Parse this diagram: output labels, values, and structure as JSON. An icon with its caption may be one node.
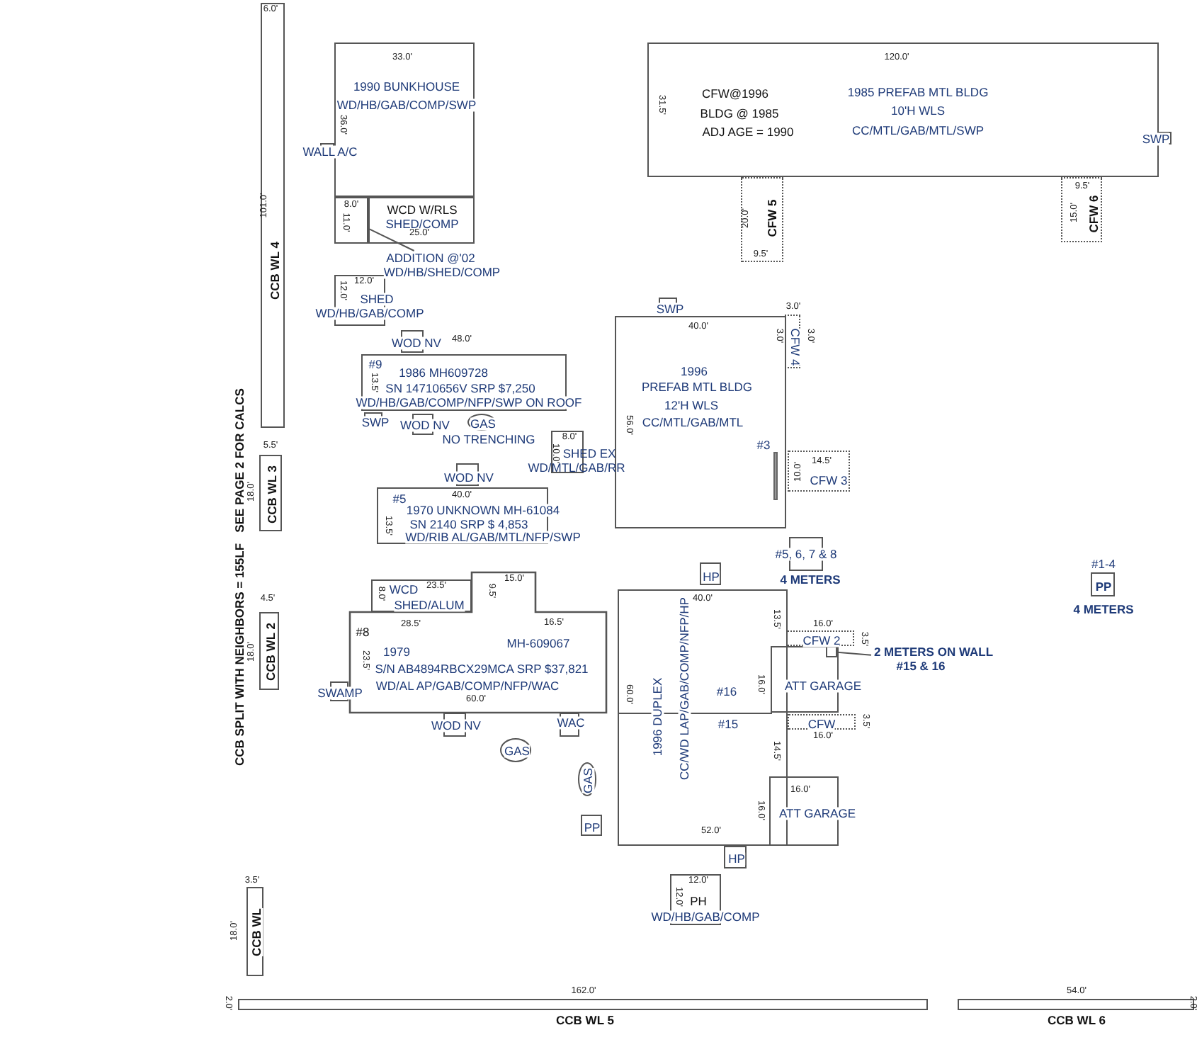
{
  "diagram": {
    "nodes": [
      {
        "text": [
          "CCB WL 4"
        ]
      },
      {
        "text": [
          "1990 BUNKHOUSE",
          "WD/HB/GAB/COMP/SWP"
        ]
      },
      {
        "text": [
          "WALL A/C"
        ]
      },
      {
        "text": [],
        "shape": "box"
      },
      {
        "text": [
          "WCD W/RLS",
          "SHED/COMP"
        ]
      },
      {
        "text": [
          "ADDITION @'02",
          "WD/HB/SHED/COMP"
        ]
      },
      {
        "text": [
          "SHED",
          "WD/HB/GAB/COMP"
        ]
      },
      {
        "text": [
          "WOD NV"
        ]
      },
      {
        "text": [
          "#9",
          "1986 MH609728",
          "SN 14710656V SRP $7,250",
          "WD/HB/GAB/COMP/NFP/SWP ON ROOF"
        ]
      },
      {
        "text": [
          "SWP"
        ]
      },
      {
        "text": [
          "WOD NV"
        ]
      },
      {
        "text": [
          "GAS"
        ]
      },
      {
        "text": [
          "SHED EX",
          "WD/MTL/GAB/RR"
        ]
      },
      {
        "text": [
          "WOD NV"
        ]
      },
      {
        "text": [
          "#5",
          "1970 UNKNOWN MH-61084",
          "SN 2140 SRP $ 4,853",
          "WD/RIB AL/GAB/MTL/NFP/SWP"
        ]
      },
      {
        "text": [
          "CCB WL 3"
        ]
      },
      {
        "text": [
          "CCB WL 2"
        ]
      },
      {
        "text": [
          "CCB WL"
        ]
      },
      {
        "text": [
          "CFW@1996",
          "BLDG @ 1985",
          "ADJ AGE = 1990",
          "1985 PREFAB MTL BLDG",
          "10'H WLS",
          "CC/MTL/GAB/MTL/SWP"
        ]
      },
      {
        "text": [
          "SWP"
        ]
      },
      {
        "text": [
          "CFW 5"
        ]
      },
      {
        "text": [
          "CFW 6"
        ]
      },
      {
        "text": [
          "SWP"
        ]
      },
      {
        "text": [
          "1996",
          "PREFAB MTL BLDG",
          "12'H WLS",
          "CC/MTL/GAB/MTL",
          "#3"
        ]
      },
      {
        "text": [
          "CFW 4"
        ]
      },
      {
        "text": [
          "CFW 3"
        ]
      },
      {
        "text": [
          "#5, 6, 7 & 8",
          "4 METERS"
        ]
      },
      {
        "text": [
          "#1-4",
          "PP",
          "4 METERS"
        ]
      },
      {
        "text": [
          "HP"
        ]
      },
      {
        "text": [
          "1996 DUPLEX",
          "CC/WD LAP/GAB/COMP/NFP/HP",
          "#16",
          "#15"
        ]
      },
      {
        "text": [
          "ATT GARAGE"
        ]
      },
      {
        "text": [
          "ATT GARAGE"
        ]
      },
      {
        "text": [
          "CFW 2"
        ]
      },
      {
        "text": [
          "CFW"
        ]
      },
      {
        "text": [],
        "shape": "box",
        "in": 30
      },
      {
        "text": [
          "2 METERS ON WALL",
          "#15 & 16"
        ]
      },
      {
        "text": [
          "HP"
        ]
      },
      {
        "text": [
          "PH",
          "WD/HB/GAB/COMP"
        ]
      },
      {
        "text": [
          "#8",
          "1979",
          "MH-609067",
          "S/N AB4894RBCX29MCA SRP $37,821",
          "WD/AL AP/GAB/COMP/NFP/WAC"
        ]
      },
      {
        "text": [
          "WCD",
          "SHED/ALUM"
        ]
      },
      {
        "text": [
          "SWAMP"
        ]
      },
      {
        "text": [
          "WOD NV"
        ]
      },
      {
        "text": [
          "WAC"
        ]
      },
      {
        "text": [
          "GAS"
        ]
      },
      {
        "text": [
          "GAS"
        ]
      },
      {
        "text": [
          "PP"
        ]
      },
      {
        "text": [
          "CCB WL 5"
        ]
      },
      {
        "text": [
          "CCB WL 6"
        ]
      }
    ],
    "edges": [
      {
        "from": 5,
        "to": 3,
        "arrow": "none"
      },
      {
        "from": 35,
        "to": 34,
        "arrow": "none"
      }
    ],
    "labels": [
      "6.0'",
      "101.0'",
      "33.0'",
      "36.0'",
      "8.0'",
      "11.0'",
      "25.0'",
      "12.0'",
      "12.0'",
      "48.0'",
      "13.5'",
      "NO TRENCHING",
      "8.0'",
      "10.0'",
      "5.5'",
      "40.0'",
      "13.5'",
      "18.0'",
      "SEE PAGE 2 FOR CALCS",
      "CCB SPLIT WITH NEIGHBORS = 155LF",
      "120.0'",
      "31.5'",
      "20.0'",
      "9.5'",
      "9.5'",
      "15.0'",
      "40.0'",
      "3.0'",
      "3.0'",
      "3.0'",
      "56.0'",
      "14.5'",
      "10.0'",
      "4.5'",
      "18.0'",
      "23.5'",
      "8.0'",
      "9.5'",
      "15.0'",
      "28.5'",
      "16.5'",
      "23.5'",
      "60.0'",
      "40.0'",
      "13.5'",
      "16.0'",
      "3.5'",
      "60.0'",
      "16.0'",
      "3.5'",
      "16.0'",
      "14.5'",
      "16.0'",
      "16.0'",
      "52.0'",
      "12.0'",
      "12.0'",
      "3.5'",
      "18.0'",
      "2.0'",
      "162.0'",
      "54.0'",
      "2.0'"
    ]
  }
}
